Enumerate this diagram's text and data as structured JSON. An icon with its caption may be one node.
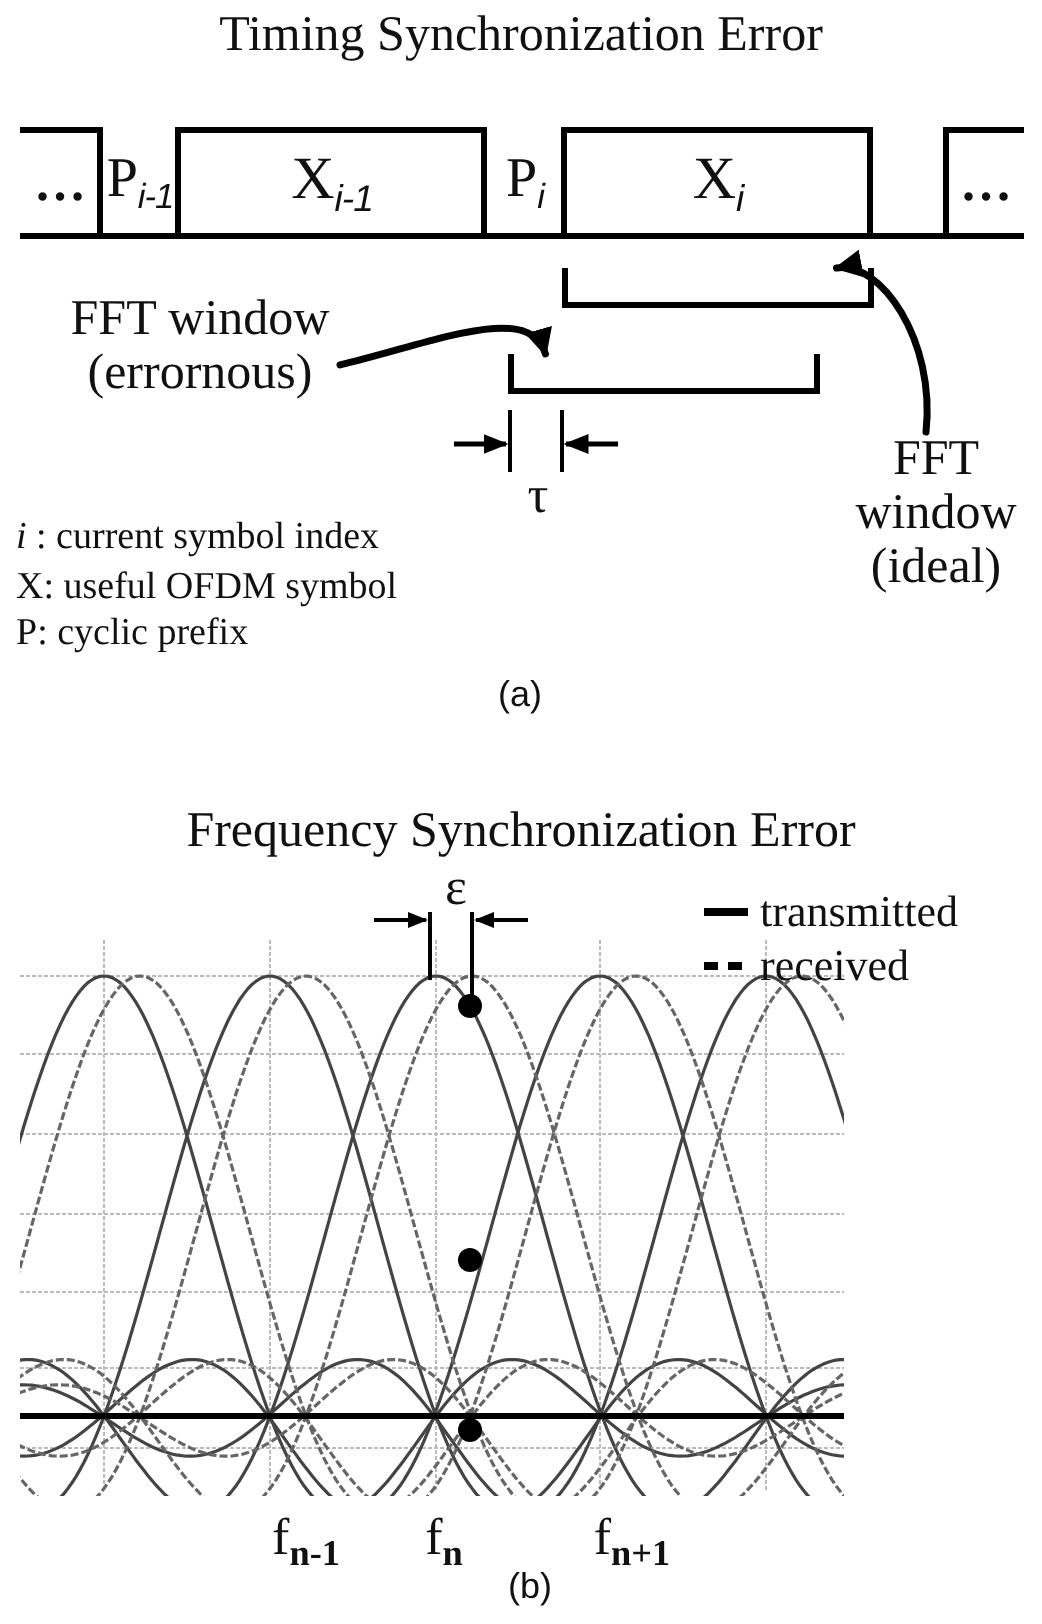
{
  "diagram": {
    "nodes": [
      {
        "text": [
          "…"
        ]
      },
      {
        "text": [
          "P$_{i-1}$"
        ]
      },
      {
        "text": [
          "X$_{i-1}$"
        ]
      },
      {
        "text": [
          "P$_{i}$"
        ]
      },
      {
        "text": [
          "X$_{i}$"
        ]
      },
      {
        "text": [
          "…"
        ]
      },
      {
        "text": [],
        "shape": "bracket"
      },
      {
        "text": [
          "FFT window (errornous)"
        ]
      },
      {
        "text": [],
        "shape": "bracket"
      },
      {
        "text": [
          "FFT window (ideal)"
        ]
      }
    ],
    "edges": [
      {
        "from": 9,
        "to": 6,
        "arrow": "to"
      },
      {
        "from": 7,
        "to": 8,
        "arrow": "to"
      }
    ],
    "labels": [
      "Timing Synchronization Error",
      "τ",
      "*i* : current symbol index",
      "X: useful OFDM symbol",
      "P: cyclic prefix",
      "(a)",
      "Frequency Synchronization Error",
      "ε",
      "f$_{n-1}$",
      "f$_{n}$",
      "f$_{n+1}$",
      "(b)"
    ],
    "legend": [
      {
        "text": "transmitted"
      },
      {
        "text": "received"
      }
    ]
  }
}
